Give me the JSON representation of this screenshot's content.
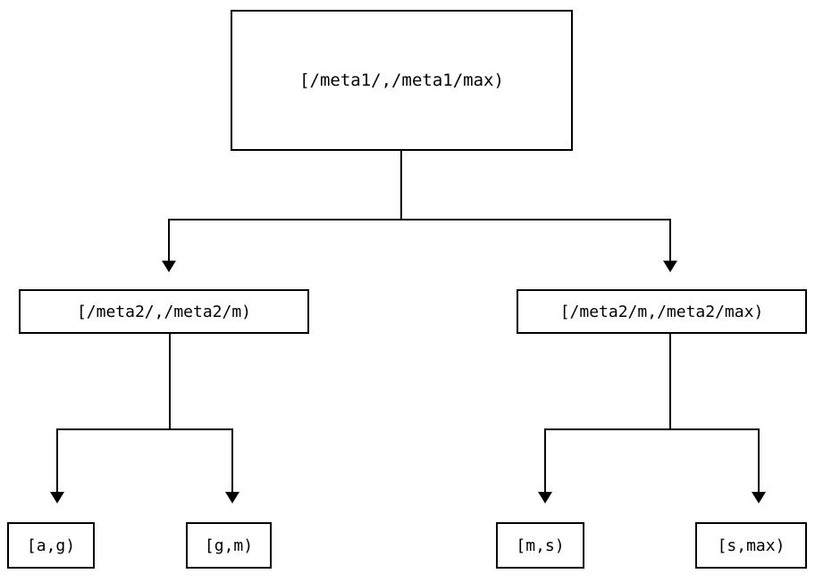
{
  "diagram": {
    "type": "tree",
    "title": "",
    "background_color": "#ffffff",
    "stroke_color": "#000000",
    "text_color": "#000000",
    "levels": 3,
    "nodes": {
      "root": {
        "label": "[/meta1/,/meta1/max)"
      },
      "mid_left": {
        "label": "[/meta2/,/meta2/m)"
      },
      "mid_right": {
        "label": "[/meta2/m,/meta2/max)"
      },
      "leaf_1": {
        "label": "[a,g)"
      },
      "leaf_2": {
        "label": "[g,m)"
      },
      "leaf_3": {
        "label": "[m,s)"
      },
      "leaf_4": {
        "label": "[s,max)"
      }
    },
    "edges": [
      {
        "from": "root",
        "to": "mid_left",
        "arrow": "down"
      },
      {
        "from": "root",
        "to": "mid_right",
        "arrow": "down"
      },
      {
        "from": "mid_left",
        "to": "leaf_1",
        "arrow": "down"
      },
      {
        "from": "mid_left",
        "to": "leaf_2",
        "arrow": "down"
      },
      {
        "from": "mid_right",
        "to": "leaf_3",
        "arrow": "down"
      },
      {
        "from": "mid_right",
        "to": "leaf_4",
        "arrow": "down"
      }
    ]
  }
}
